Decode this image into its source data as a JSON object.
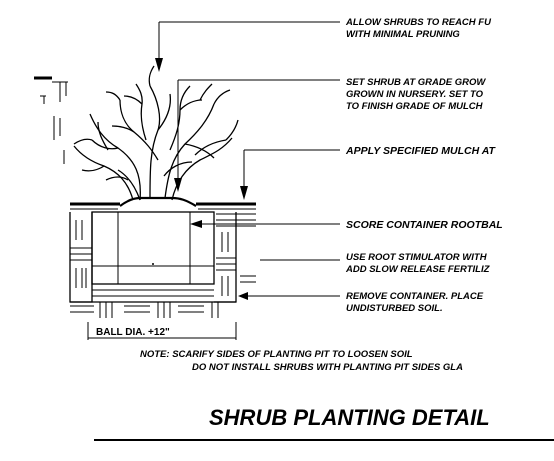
{
  "callouts": [
    {
      "lines": [
        "ALLOW SHRUBS TO REACH FU",
        "WITH MINIMAL PRUNING"
      ]
    },
    {
      "lines": [
        "SET SHRUB AT GRADE GROW",
        "GROWN IN NURSERY.  SET TO",
        "TO FINISH GRADE OF MULCH"
      ]
    },
    {
      "lines": [
        "APPLY SPECIFIED MULCH AT"
      ]
    },
    {
      "lines": [
        "SCORE CONTAINER ROOTBAL"
      ]
    },
    {
      "lines": [
        "USE ROOT STIMULATOR WITH",
        "ADD SLOW RELEASE FERTILIZ"
      ]
    },
    {
      "lines": [
        "REMOVE CONTAINER.  PLACE",
        "UNDISTURBED SOIL."
      ]
    }
  ],
  "dimension": {
    "label": "BALL  DIA. +12\""
  },
  "note": {
    "line1": "NOTE:  SCARIFY SIDES OF PLANTING PIT TO LOOSEN SOIL",
    "line2": "DO NOT INSTALL SHRUBS WITH PLANTING PIT SIDES GLA"
  },
  "title": "SHRUB PLANTING DETAIL"
}
